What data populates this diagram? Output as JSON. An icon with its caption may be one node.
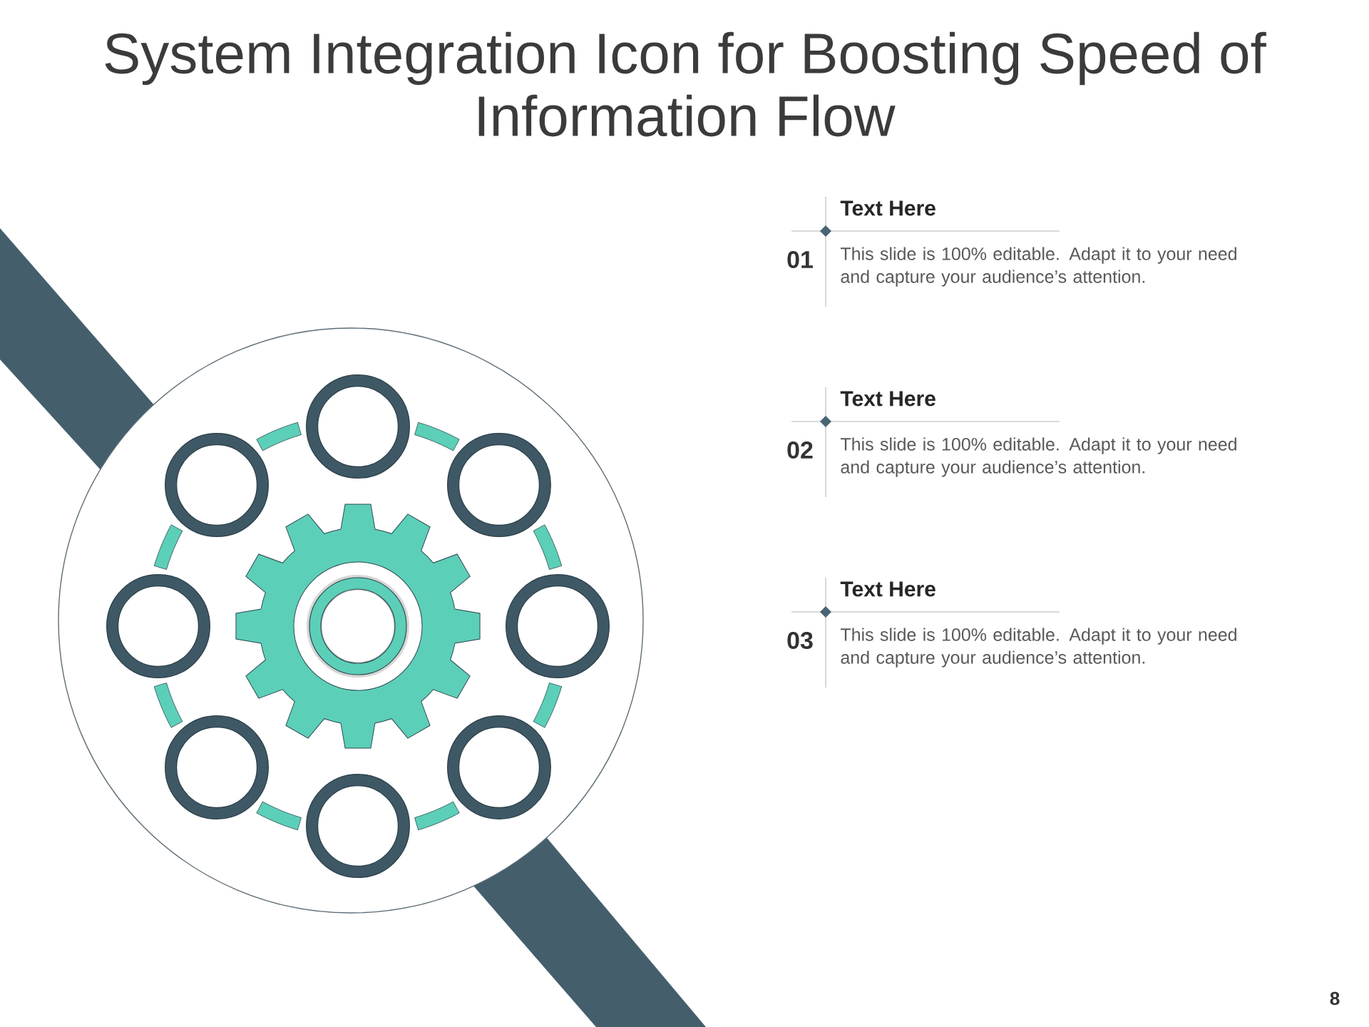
{
  "diagram": {
    "title": "System Integration Icon for Boosting Speed of Information Flow",
    "labels": [
      "01",
      "Text Here",
      "This slide is 100% editable. Adapt it to your need and capture your audience’s attention.",
      "02",
      "Text Here",
      "This slide is 100% editable. Adapt it to your need and capture your audience’s attention.",
      "03",
      "Text Here",
      "This slide is 100% editable. Adapt it to your need and capture your audience’s attention.",
      "8"
    ]
  }
}
